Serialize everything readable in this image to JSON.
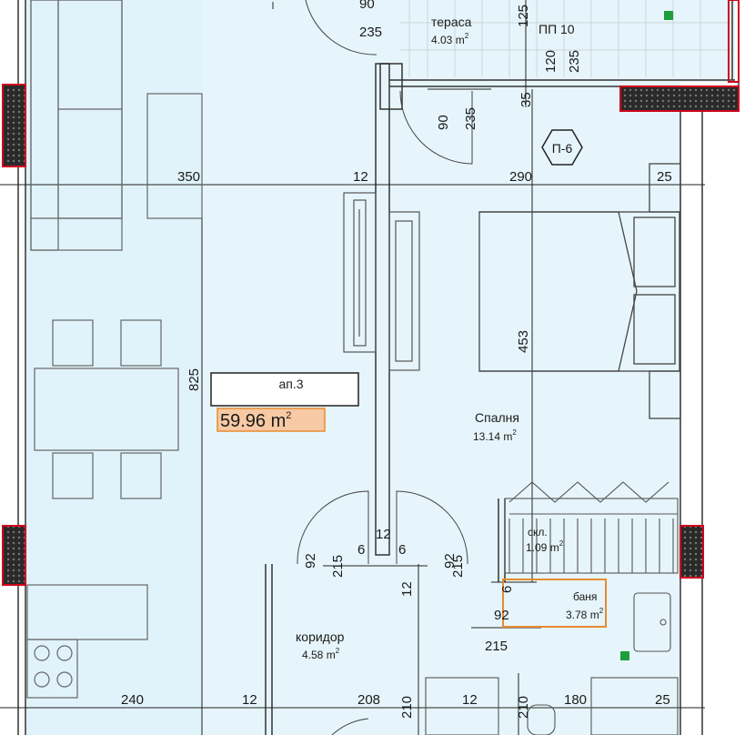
{
  "apartment": {
    "name": "ап.3",
    "total_area": "59.96 m",
    "area_sup": "2"
  },
  "rooms": {
    "terrace": {
      "name": "тераса",
      "area": "4.03 m",
      "sup": "2"
    },
    "bedroom": {
      "name": "Спалня",
      "area": "13.14 m",
      "sup": "2"
    },
    "closet": {
      "name": "скл.",
      "area": "1.09 m",
      "sup": "2"
    },
    "bathroom": {
      "name": "баня",
      "area": "3.78 m",
      "sup": "2"
    },
    "corridor": {
      "name": "коридор",
      "area": "4.58 m",
      "sup": "2"
    }
  },
  "tags": {
    "pp10": "ПП 10",
    "p6": "П-6"
  },
  "dimensions": {
    "d90_top": "90",
    "d235_top": "235",
    "d125": "125",
    "d120": "120",
    "d235_right": "235",
    "d35": "35",
    "d90_mid": "90",
    "d235_mid": "235",
    "d350": "350",
    "d12_a": "12",
    "d290": "290",
    "d25_a": "25",
    "d825": "825",
    "d453": "453",
    "d92_a": "92",
    "d215_a": "215",
    "d6_a": "6",
    "d12_b": "12",
    "d6_b": "6",
    "d92_b": "92",
    "d215_b": "215",
    "d12_c": "12",
    "d92_c": "92",
    "d215_c": "215",
    "d6_c": "6",
    "d240": "240",
    "d12_d": "12",
    "d208": "208",
    "d210_a": "210",
    "d12_e": "12",
    "d210_b": "210",
    "d180": "180",
    "d25_b": "25"
  }
}
